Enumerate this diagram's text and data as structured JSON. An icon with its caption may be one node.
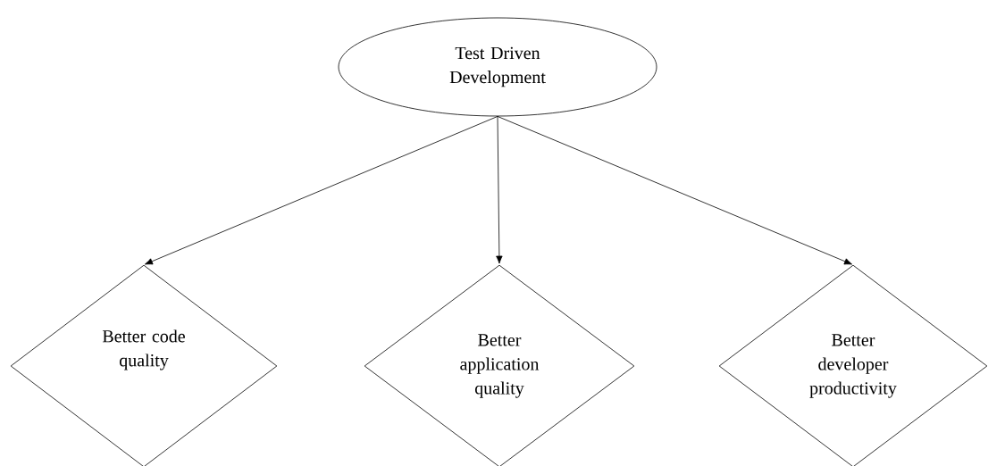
{
  "diagram": {
    "nodes": [
      {
        "text": [
          "Test Driven Development"
        ]
      },
      {
        "text": [
          "Better code quality"
        ]
      },
      {
        "text": [
          "Better application quality"
        ]
      },
      {
        "text": [
          "Better developer productivity"
        ]
      }
    ],
    "edges": [
      {
        "from": 0,
        "to": 1,
        "arrow": "to"
      },
      {
        "from": 0,
        "to": 2,
        "arrow": "to"
      },
      {
        "from": 0,
        "to": 3,
        "arrow": "to"
      }
    ]
  }
}
